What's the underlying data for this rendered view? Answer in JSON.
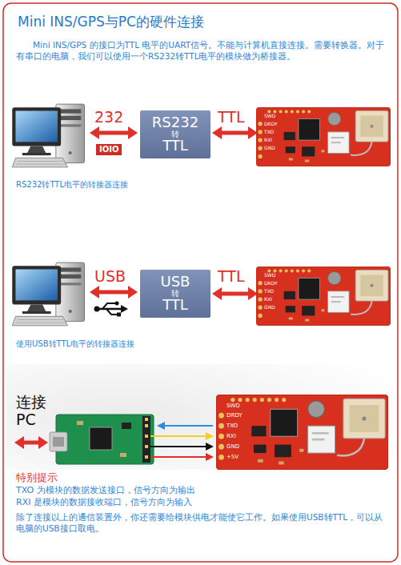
{
  "diagram": {
    "title": "Mini INS/GPS与PC的硬件连接",
    "nodes": [
      {
        "text": [
          "RS232",
          "转",
          "TTL"
        ]
      },
      {
        "text": [
          "USB",
          "转",
          "TTL"
        ]
      }
    ],
    "labels": [
      "Mini INS/GPS 的接口为TTL 电平的UART信号。不能与计算机直接连接。需要转换器。对于有串口的电脑，我们可以使用一个RS232转TTL电平的模块做为桥接器。",
      "232",
      "IOIO",
      "TTL",
      "SWD",
      "DRDY",
      "TXO",
      "RXI",
      "GND",
      "RS232转TTL电平的转接器连接",
      "USB",
      "TTL",
      "SWD",
      "DRDY",
      "TXO",
      "RXI",
      "GND",
      "使用USB转TTL电平的转接器连接",
      "连接 PC",
      "SWD",
      "DRDY",
      "TXO",
      "RXI",
      "GND",
      "+5V",
      "特别提示",
      "TXO 为模块的数据发送接口，信号方向为输出",
      "RXI 是模块的数据接收端口，信号方向为输入",
      "除了连接以上的通信装置外，你还需要给模块供电才能使它工作。如果使用USB转TTL，可以从电脑的USB接口取电。"
    ]
  }
}
